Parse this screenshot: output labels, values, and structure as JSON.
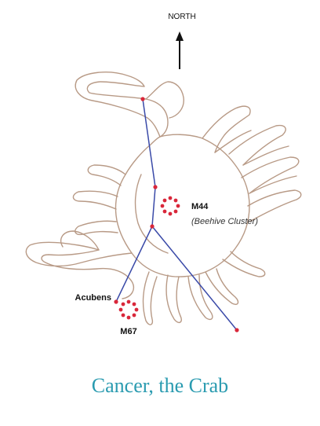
{
  "compass": {
    "label": "NORTH"
  },
  "caption": "Cancer, the Crab",
  "objects": {
    "m44": {
      "name": "M44",
      "note": "(Beehive Cluster)"
    },
    "m67": {
      "name": "M67"
    },
    "acubens": {
      "name": "Acubens"
    }
  },
  "colors": {
    "outline": "#b89a86",
    "line": "#3a4aa8",
    "star": "#d9273a",
    "caption": "#2a9bb0"
  }
}
